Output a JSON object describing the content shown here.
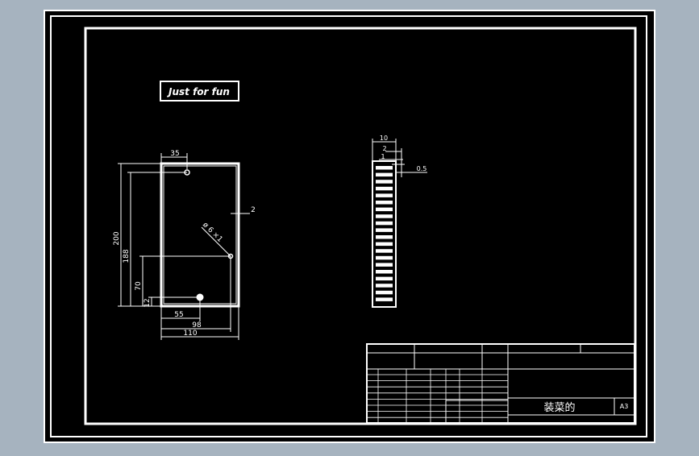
{
  "badge": {
    "text": "Just for fun"
  },
  "front_view": {
    "dim_top": "35",
    "dim_right": "2",
    "dim_diag": "ø 6 ×1",
    "dim_h_outer": "200",
    "dim_h_mid": "188",
    "dim_h_low": "70",
    "dim_h_small": "12",
    "dim_bottom_inner": "55",
    "dim_bottom_mid": "98",
    "dim_bottom_outer": "110"
  },
  "side_view": {
    "dim_top": "10",
    "dim_a": "2",
    "dim_b": "1",
    "dim_c": "0.5"
  },
  "title_block": {
    "title": "装菜的",
    "sheet": "A3"
  },
  "colors": {
    "background": "#a6b3bf",
    "paper": "#000000",
    "line": "#ffffff"
  }
}
